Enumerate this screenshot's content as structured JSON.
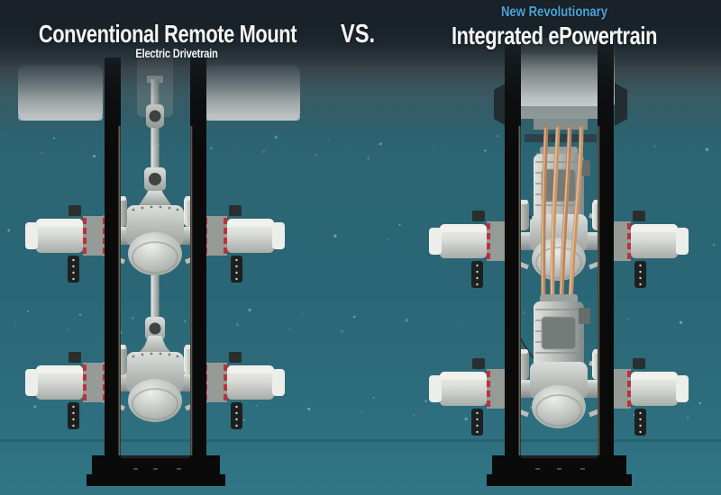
{
  "header": {
    "left": {
      "title": "Conventional Remote Mount",
      "subtitle": "Electric Drivetrain"
    },
    "vs_label": "VS.",
    "right": {
      "tagline": "New Revolutionary",
      "title": "Integrated ePowertrain"
    }
  },
  "colors": {
    "tagline_blue": "#4aa3d8",
    "title_white": "#f3f5f4",
    "background_top": "#222c34",
    "background_teal": "#2a6675",
    "frame_black": "#0a0a0a",
    "cable_copper": "#c8946a",
    "brake_red": "#c0303a",
    "machinery_silver": "#c4c7c3"
  }
}
